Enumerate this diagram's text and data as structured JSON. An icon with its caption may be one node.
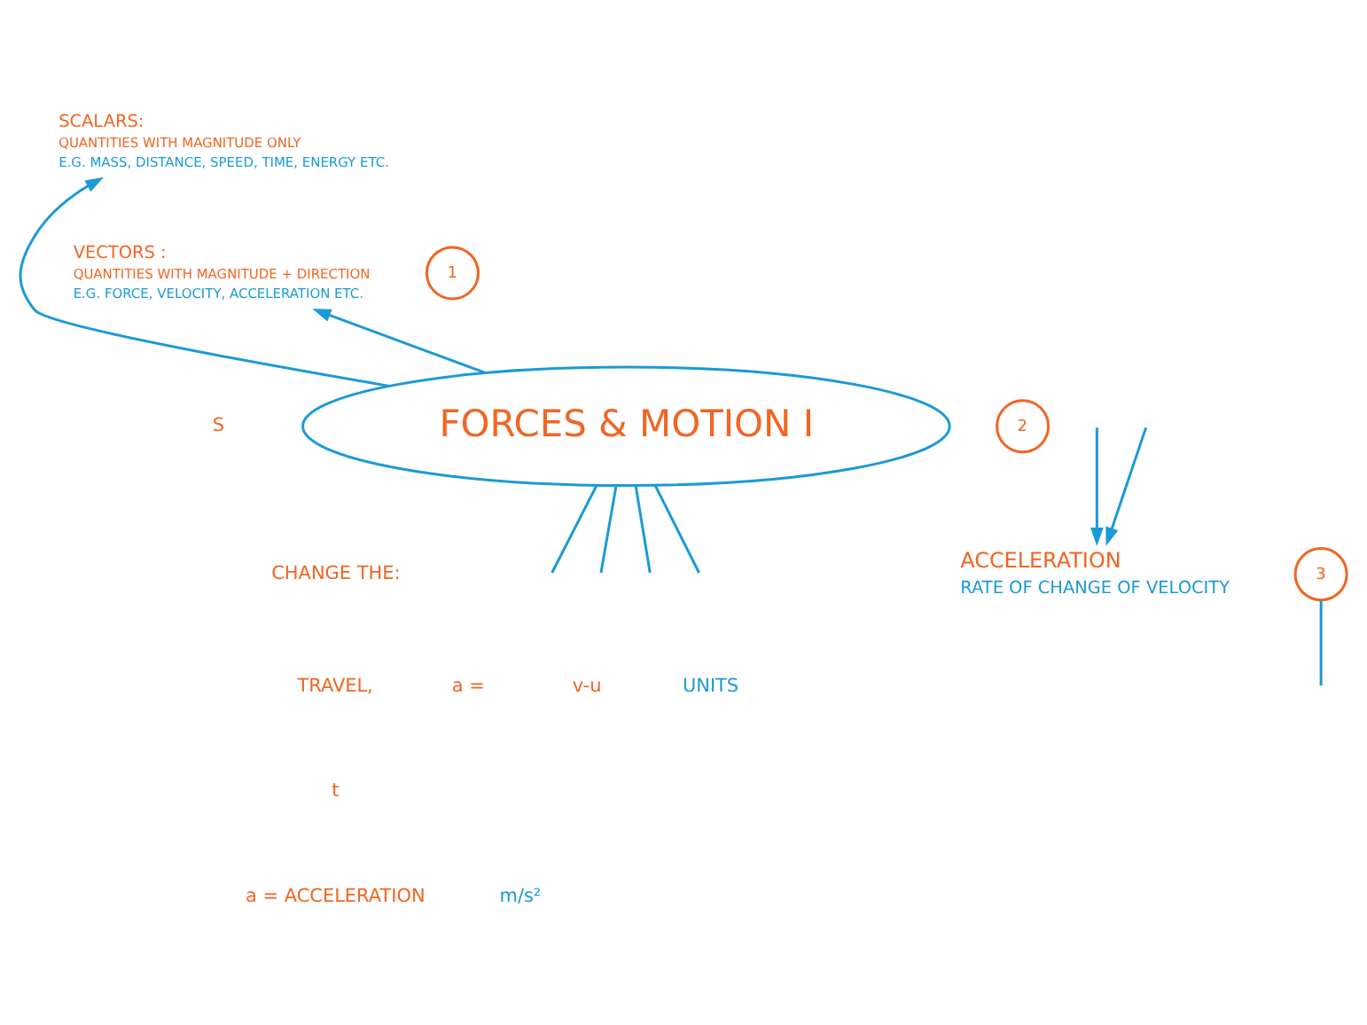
{
  "diagram": {
    "nodes": [
      {
        "text": [
          "FORCES & MOTION I"
        ]
      },
      {
        "text": [
          "SCALARS:",
          "QUANTITIES WITH MAGNITUDE ONLY",
          "E.G. MASS, DISTANCE, SPEED, TIME, ENERGY ETC."
        ]
      },
      {
        "text": [
          "VECTORS :",
          "QUANTITIES WITH MAGNITUDE + DIRECTION",
          "E.G. FORCE, VELOCITY, ACCELERATION ETC."
        ]
      },
      {
        "text": [
          "ACCELERATION",
          "RATE OF CHANGE OF VELOCITY"
        ]
      },
      {
        "text": [
          "1"
        ]
      },
      {
        "text": [
          "2"
        ]
      },
      {
        "text": [
          "3"
        ]
      }
    ],
    "edges": [
      {
        "from": 0,
        "to": 1,
        "arrow": "to"
      },
      {
        "from": 0,
        "to": 2,
        "arrow": "to"
      },
      {
        "from": 0,
        "to": null,
        "arrow": "none"
      },
      {
        "from": 0,
        "to": null,
        "arrow": "none"
      },
      {
        "from": 0,
        "to": null,
        "arrow": "none"
      },
      {
        "from": 0,
        "to": null,
        "arrow": "none"
      },
      {
        "from": null,
        "to": 3,
        "arrow": "to"
      },
      {
        "from": null,
        "to": 3,
        "arrow": "to"
      },
      {
        "from": 6,
        "to": null,
        "arrow": "none"
      }
    ],
    "labels": [
      "S",
      "CHANGE THE:",
      "TRAVEL,",
      "a =",
      "v-u",
      "t",
      "UNITS",
      "a = ACCELERATION",
      "m/s²"
    ]
  }
}
